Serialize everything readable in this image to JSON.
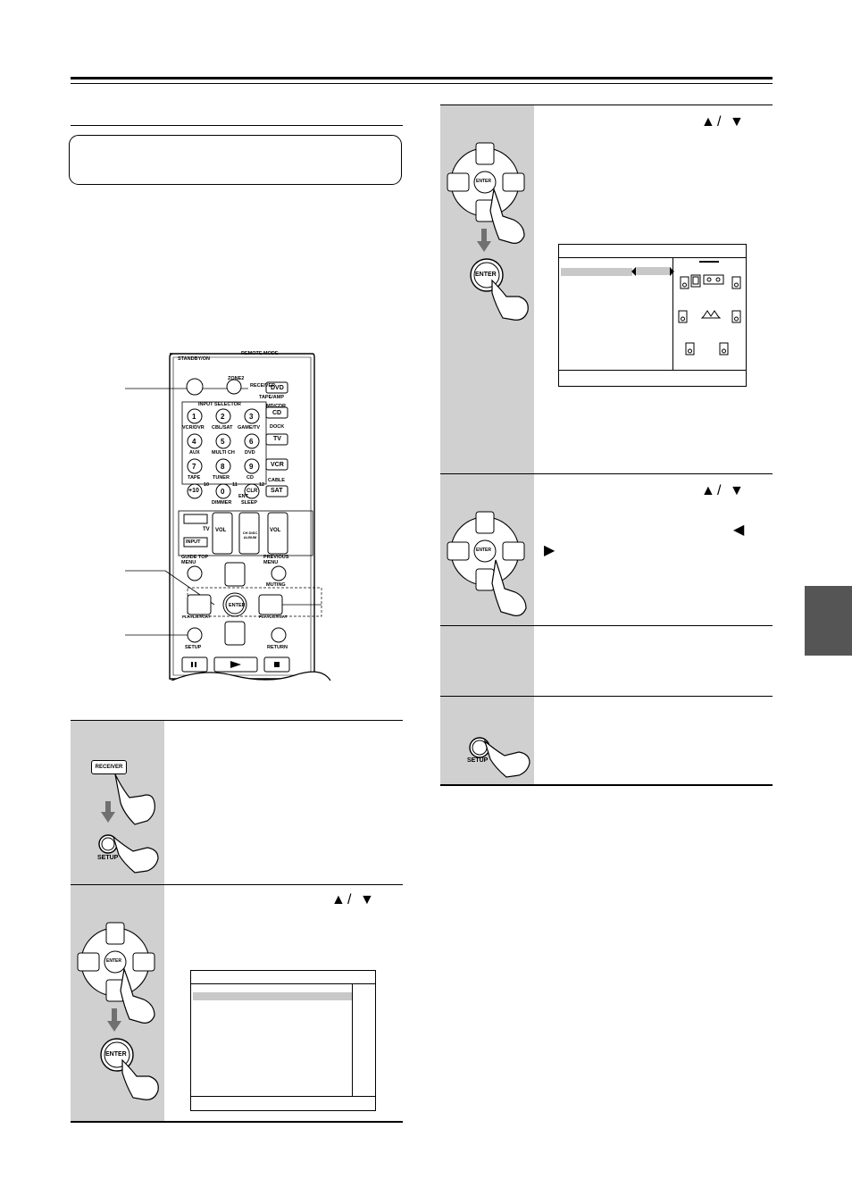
{
  "remote": {
    "standby_on": "STANDBY/ON",
    "remote_mode": "REMOTE MODE",
    "zone2": "ZONE2",
    "receiver": "RECEIVER",
    "tape_amp": "TAPE/AMP",
    "dvd": "DVD",
    "input_selector": "INPUT SELECTOR",
    "md_cdr": "MD/CDR",
    "cd": "CD",
    "dock": "DOCK",
    "tv": "TV",
    "vcr": "VCR",
    "cable": "CABLE",
    "sat": "SAT",
    "num1": "1",
    "num2": "2",
    "num3": "3",
    "num4": "4",
    "num5": "5",
    "num6": "6",
    "num7": "7",
    "num8": "8",
    "num9": "9",
    "num0": "0",
    "plus10": "+10",
    "clr": "CLR",
    "lbl1": "VCR/DVR",
    "lbl2": "CBL/SAT",
    "lbl3": "GAME/TV",
    "lbl4": "AUX",
    "lbl5": "MULTI CH",
    "lbl6": "DVD",
    "lbl7": "TAPE",
    "lbl8": "TUNER",
    "lbl9": "CD",
    "n10": "10",
    "n11": "11",
    "n12": "12",
    "dimmer": "DIMMER",
    "sleep": "SLEEP",
    "ent": "ENT",
    "tv_label": "TV",
    "input": "INPUT",
    "vol": "VOL",
    "vol2": "VOL",
    "ch_disc_album": "CH DISC ALBUM",
    "guide_top_menu": "GUIDE TOP MENU",
    "previous_menu": "PREVIOUS MENU",
    "muting": "MUTING",
    "enter": "ENTER",
    "setup": "SETUP",
    "return": "RETURN",
    "playlist_left": "PLAYLIST/CAT",
    "playlist_right": "PLAYLIST/CAT"
  },
  "steps": {
    "s1_receiver": "RECEIVER",
    "s1_setup": "SETUP",
    "s2_enter": "ENTER",
    "s3_enter": "ENTER",
    "s6_setup": "SETUP",
    "enter_pad": "ENTER"
  },
  "glyphs": {
    "up": "▲",
    "down": "▼",
    "left": "◀",
    "right": "▶",
    "slash": "/"
  },
  "colors": {
    "panel_gray": "#d0d0d0",
    "tab_gray": "#555555",
    "arrow_gray": "#707070"
  }
}
